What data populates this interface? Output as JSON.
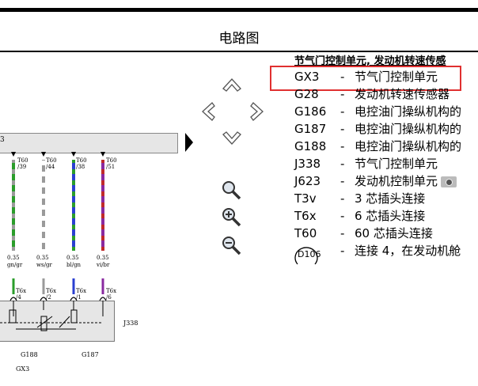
{
  "header": {
    "title": "电路图"
  },
  "diagram": {
    "pins_top": [
      {
        "id": "t60-39",
        "label": "T60\n/39"
      },
      {
        "id": "t60-44",
        "label": "T60\n/44"
      },
      {
        "id": "t60-38",
        "label": "T60\n/38"
      },
      {
        "id": "t60-51",
        "label": "T60\n/51"
      }
    ],
    "wires": [
      {
        "size": "0.35",
        "color_code": "gn/gr",
        "colors": [
          "#2a9d2a",
          "#9a9a9a"
        ]
      },
      {
        "size": "0.35",
        "color_code": "ws/gr",
        "colors": [
          "#ffffff",
          "#9a9a9a"
        ]
      },
      {
        "size": "0.35",
        "color_code": "bl/gn",
        "colors": [
          "#2a3fd0",
          "#2a9d2a"
        ]
      },
      {
        "size": "0.35",
        "color_code": "vi/br",
        "colors": [
          "#8a2aa0",
          "#c02a2a"
        ]
      }
    ],
    "pins_bottom": [
      {
        "id": "t6x-4",
        "label": "T6x\n/4"
      },
      {
        "id": "t6x-2",
        "label": "T6x\n/2"
      },
      {
        "id": "t6x-1",
        "label": "T6x\n/1"
      },
      {
        "id": "t6x-6",
        "label": "T6x\n/6"
      }
    ],
    "refs": {
      "j338": "J338",
      "g188": "G188",
      "g187": "G187",
      "gx3": "GX3"
    }
  },
  "legend": {
    "heading": "节气门控制单元, 发动机转速传感",
    "rows": [
      {
        "code": "GX3",
        "dash": "-",
        "text": "节气门控制单元"
      },
      {
        "code": "G28",
        "dash": "-",
        "text": "发动机转速传感器"
      },
      {
        "code": "G186",
        "dash": "-",
        "text": "电控油门操纵机构的"
      },
      {
        "code": "G187",
        "dash": "-",
        "text": "电控油门操纵机构的"
      },
      {
        "code": "G188",
        "dash": "-",
        "text": "电控油门操纵机构的"
      },
      {
        "code": "J338",
        "dash": "-",
        "text": "节气门控制单元"
      },
      {
        "code": "J623",
        "dash": "-",
        "text": "发动机控制单元"
      },
      {
        "code": "T3v",
        "dash": "-",
        "text": "3 芯插头连接"
      },
      {
        "code": "T6x",
        "dash": "-",
        "text": "6 芯插头连接"
      },
      {
        "code": "T60",
        "dash": "-",
        "text": "60 芯插头连接"
      },
      {
        "code": "",
        "dash": "-",
        "text": "连接 4，在发动机舱"
      }
    ],
    "ground_ref": "D106"
  },
  "icons": {
    "nav_up": "chevron-up-icon",
    "nav_down": "chevron-down-icon",
    "nav_left": "chevron-left-icon",
    "nav_right": "chevron-right-icon",
    "zoom": "magnifier-icon",
    "zoom_in": "zoom-in-icon",
    "zoom_out": "zoom-out-icon",
    "camera": "camera-icon"
  },
  "colors": {
    "highlight": "#e03030"
  }
}
